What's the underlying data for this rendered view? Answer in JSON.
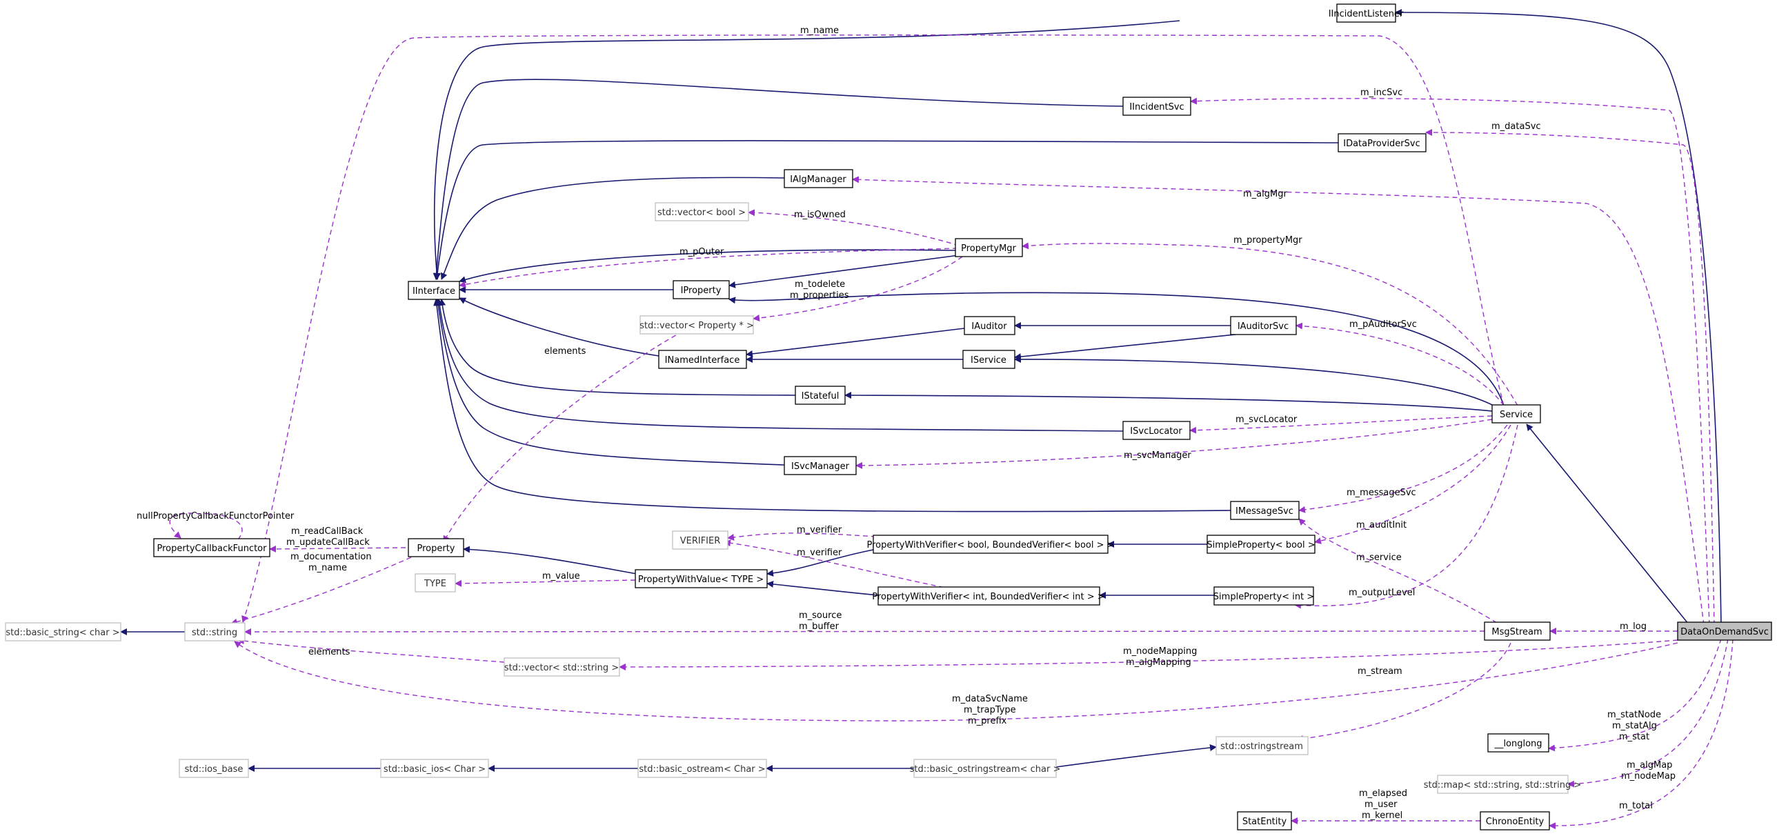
{
  "colors": {
    "inheritance_edge": "#191970",
    "usage_edge": "#9a32cd",
    "focus_node_fill": "#bfbfbf",
    "external_node_border": "#bfbfbf"
  },
  "nodes": {
    "iincidentlistener": "IIncidentListener",
    "iincidentsvc": "IIncidentSvc",
    "idataprovidersvc": "IDataProviderSvc",
    "ialgmanager": "IAlgManager",
    "vector_bool": "std::vector< bool >",
    "propertymgr": "PropertyMgr",
    "iinterface": "IInterface",
    "iproperty": "IProperty",
    "vector_property": "std::vector< Property * >",
    "iauditor": "IAuditor",
    "iauditorsvc": "IAuditorSvc",
    "inamedinterface": "INamedInterface",
    "iservice": "IService",
    "istateful": "IStateful",
    "service": "Service",
    "isvclocator": "ISvcLocator",
    "isvcmanager": "ISvcManager",
    "imessagesvc": "IMessageSvc",
    "verifier": "VERIFIER",
    "pwv_bool": "PropertyWithVerifier< bool, BoundedVerifier< bool > >",
    "propertycallbackfunctor": "PropertyCallbackFunctor",
    "property": "Property",
    "simpleproperty_bool": "SimpleProperty< bool >",
    "type": "TYPE",
    "propertywithvalue": "PropertyWithValue< TYPE >",
    "pwv_int": "PropertyWithVerifier< int, BoundedVerifier< int > >",
    "simpleproperty_int": "SimpleProperty< int >",
    "basic_string": "std::basic_string< char >",
    "std_string": "std::string",
    "msgstream": "MsgStream",
    "dataondemandsvc": "DataOnDemandSvc",
    "vector_string": "std::vector< std::string >",
    "ostringstream": "std::ostringstream",
    "longlong": "__longlong",
    "ios_base": "std::ios_base",
    "basic_ios": "std::basic_ios< Char >",
    "basic_ostream": "std::basic_ostream< Char >",
    "basic_ostringstream": "std::basic_ostringstream< char >",
    "map_string": "std::map< std::string, std::string >",
    "statentity": "StatEntity",
    "chronoentity": "ChronoEntity"
  },
  "edge_labels": {
    "m_name": "m_name",
    "m_incsvc": "m_incSvc",
    "m_datasvc": "m_dataSvc",
    "m_algmgr": "m_algMgr",
    "m_isowned": "m_isOwned",
    "m_pouter": "m_pOuter",
    "m_propertymgr": "m_propertyMgr",
    "m_todelete": "m_todelete",
    "m_properties": "m_properties",
    "m_pauditorsvc": "m_pAuditorSvc",
    "elements_property": "elements",
    "nullpropertycallbackfunctorpointer": "nullPropertyCallbackFunctorPointer",
    "m_svclocator": "m_svcLocator",
    "m_svcmanager": "m_svcManager",
    "m_messagesvc": "m_messageSvc",
    "m_readcallback": "m_readCallBack",
    "m_updatecallback": "m_updateCallBack",
    "m_verifier_1": "m_verifier",
    "m_auditinit": "m_auditInit",
    "m_documentation": "m_documentation",
    "m_name_property": "m_name",
    "m_verifier_2": "m_verifier",
    "m_service": "m_service",
    "m_value": "m_value",
    "m_outputlevel": "m_outputLevel",
    "m_source": "m_source",
    "m_buffer": "m_buffer",
    "m_log": "m_log",
    "elements_string": "elements",
    "m_nodemapping": "m_nodeMapping",
    "m_algmapping": "m_algMapping",
    "m_stream": "m_stream",
    "m_datasvcname": "m_dataSvcName",
    "m_traptype": "m_trapType",
    "m_prefix": "m_prefix",
    "m_statnode": "m_statNode",
    "m_statalg": "m_statAlg",
    "m_stat": "m_stat",
    "m_algmap": "m_algMap",
    "m_nodemap": "m_nodeMap",
    "m_elapsed": "m_elapsed",
    "m_user": "m_user",
    "m_kernel": "m_kernel",
    "m_total": "m_total"
  }
}
